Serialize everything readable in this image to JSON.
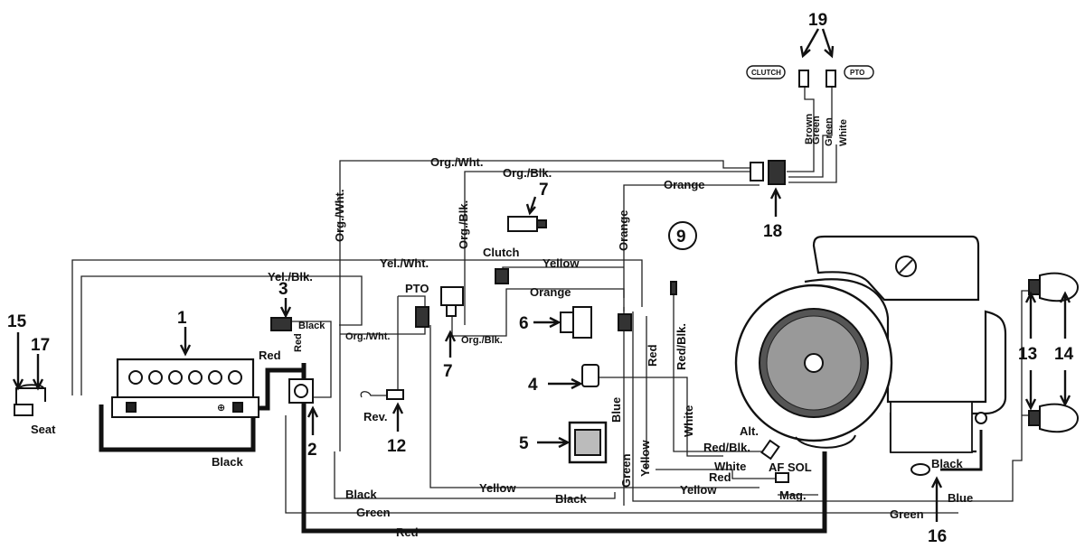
{
  "wire_labels": {
    "org_wht_top": "Org./Wht.",
    "org_wht_vertical": "Org./Wht.",
    "org_wht_mid": "Org./Wht.",
    "org_blk_top": "Org./Blk.",
    "org_blk_vertical": "Org./Blk.",
    "org_blk_mid": "Org./Blk.",
    "yel_blk": "Yel./Blk.",
    "yel_wht": "Yel./Wht.",
    "yellow_top": "Yellow",
    "orange_top": "Orange",
    "orange_vertical": "Orange",
    "orange_mid": "Orange",
    "black_solenoid": "Black",
    "red_battery": "Red",
    "red_vertical_solenoid": "Red",
    "black_battery": "Black",
    "black_bottom_left": "Black",
    "black_bottom_mid": "Black",
    "black_ground": "Black",
    "yellow_bottom": "Yellow",
    "yellow_right": "Yellow",
    "yellow_vertical": "Yellow",
    "green_bottom_left": "Green",
    "green_bottom_right": "Green",
    "green_vertical": "Green",
    "red_bottom": "Red",
    "red_vertical_right": "Red",
    "red_lower": "Red",
    "red_blk_vertical": "Red/Blk.",
    "red_blk_lower": "Red/Blk.",
    "blue_vertical": "Blue",
    "blue_bottom": "Blue",
    "white_vertical": "White",
    "white_lower": "White",
    "brown": "Brown",
    "green_top_a": "Green",
    "green_top_b": "Green",
    "white_top": "White",
    "mag": "Mag."
  },
  "component_labels": {
    "seat": "Seat",
    "pto": "PTO",
    "clutch": "Clutch",
    "rev": "Rev.",
    "alt": "Alt.",
    "af_sol": "AF SOL",
    "clutch_badge": "CLUTCH",
    "pto_badge": "PTO"
  },
  "callouts": {
    "n1": "1",
    "n2": "2",
    "n3": "3",
    "n4": "4",
    "n5": "5",
    "n6": "6",
    "n7a": "7",
    "n7b": "7",
    "n9": "9",
    "n12": "12",
    "n13": "13",
    "n14": "14",
    "n15": "15",
    "n16": "16",
    "n17": "17",
    "n18": "18",
    "n19": "19"
  }
}
